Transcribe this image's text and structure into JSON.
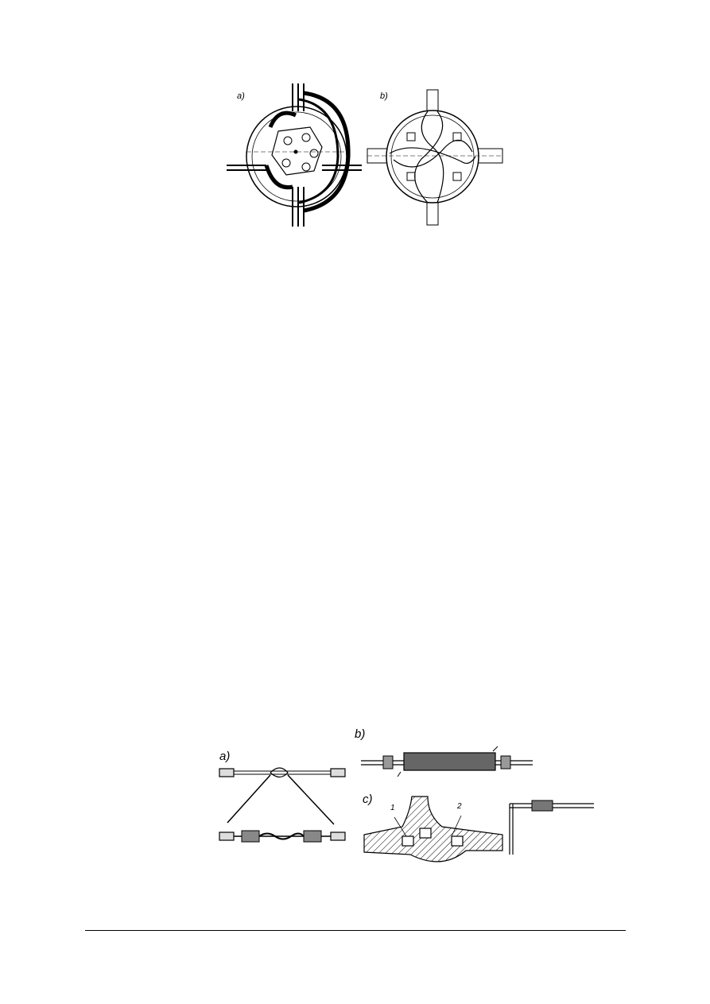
{
  "figure_top": {
    "panel_a_label": "a)",
    "panel_b_label": "b)"
  },
  "figure_bottom": {
    "panel_a_label": "a)",
    "panel_b_label": "b)",
    "panel_c_label": "c)",
    "callout_1": "1",
    "callout_2": "2"
  }
}
